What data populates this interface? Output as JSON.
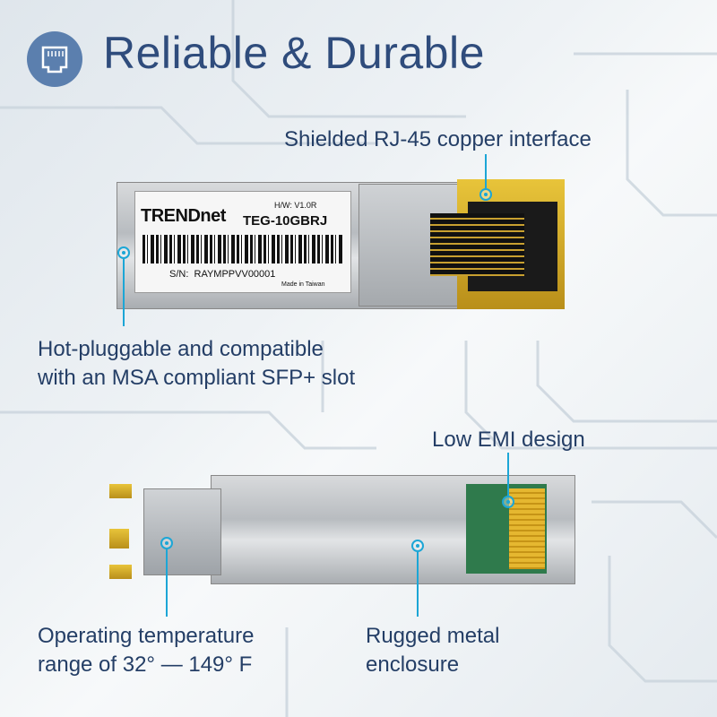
{
  "header": {
    "title": "Reliable & Durable",
    "icon": "ethernet-port-icon"
  },
  "product_label": {
    "brand": "TRENDnet",
    "hw": "H/W: V1.0R",
    "model": "TEG-10GBRJ",
    "serial": "S/N:  RAYMPPVV00001",
    "origin": "Made in Taiwan"
  },
  "callouts": {
    "rj45": "Shielded RJ-45 copper interface",
    "hot_pluggable": [
      "Hot-pluggable and compatible",
      "with an MSA compliant SFP+ slot"
    ],
    "low_emi": "Low EMI design",
    "temperature": [
      "Operating temperature",
      "range of 32° — 149° F"
    ],
    "enclosure": [
      "Rugged metal",
      "enclosure"
    ]
  },
  "colors": {
    "accent": "#1ca6d6",
    "title": "#2f4c7c",
    "icon_bg": "#5b7fae"
  }
}
